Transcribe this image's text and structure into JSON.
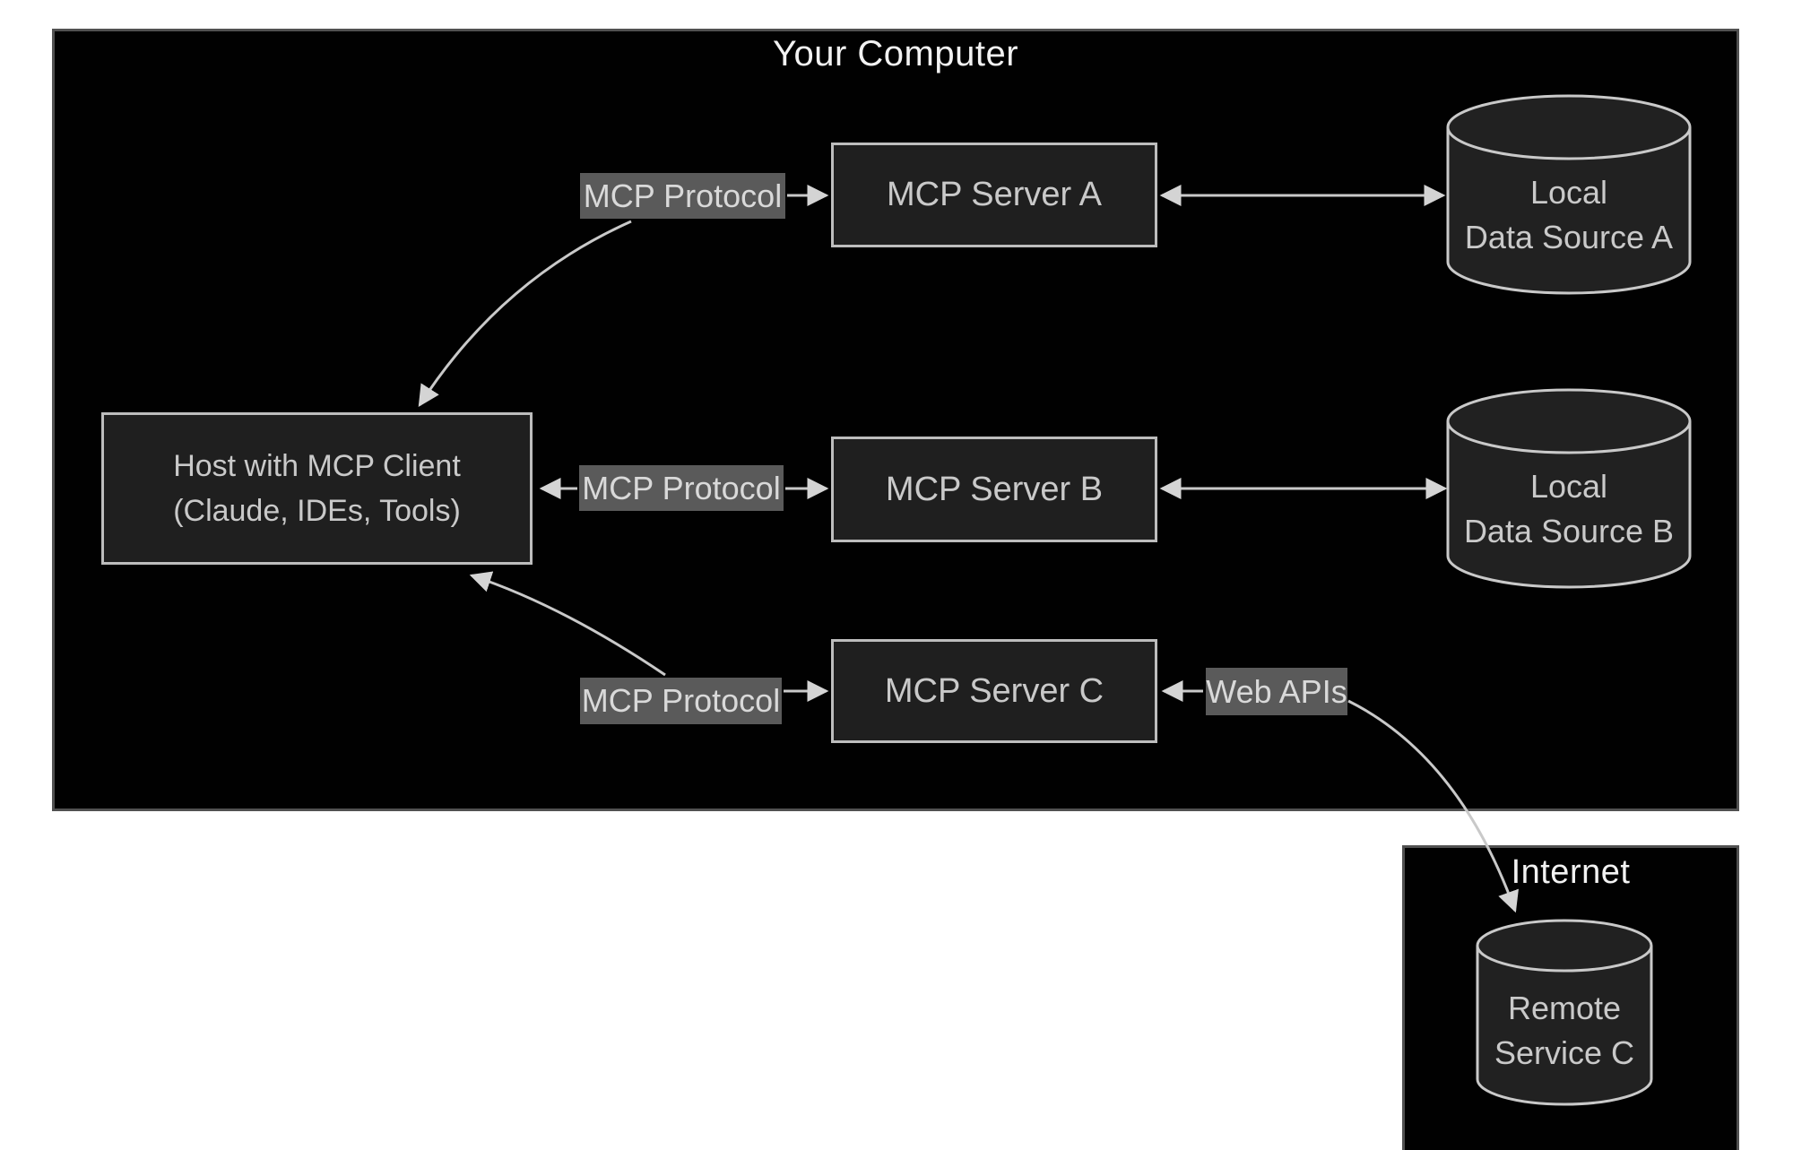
{
  "diagram": {
    "your_computer_title": "Your Computer",
    "internet_title": "Internet",
    "host": {
      "line1": "Host with MCP Client",
      "line2": "(Claude, IDEs, Tools)"
    },
    "servers": {
      "a": "MCP Server A",
      "b": "MCP Server B",
      "c": "MCP Server C"
    },
    "connections": {
      "protocol_a": "MCP Protocol",
      "protocol_b": "MCP Protocol",
      "protocol_c": "MCP Protocol",
      "web_apis": "Web APIs"
    },
    "data_sources": {
      "local_a": {
        "line1": "Local",
        "line2": "Data Source A"
      },
      "local_b": {
        "line1": "Local",
        "line2": "Data Source B"
      },
      "remote_c": {
        "line1": "Remote",
        "line2": "Service C"
      }
    },
    "colors": {
      "page_background": "#ffffff",
      "container_fill": "#010101",
      "container_border": "#515151",
      "node_fill": "#1f1f1f",
      "node_border": "#bdbdbd",
      "node_text": "#c9c9c9",
      "label_background": "#5a5a5a",
      "label_text": "#d9d9d9",
      "connector": "#c9c9c9",
      "title_text": "#f2f2f2"
    }
  }
}
